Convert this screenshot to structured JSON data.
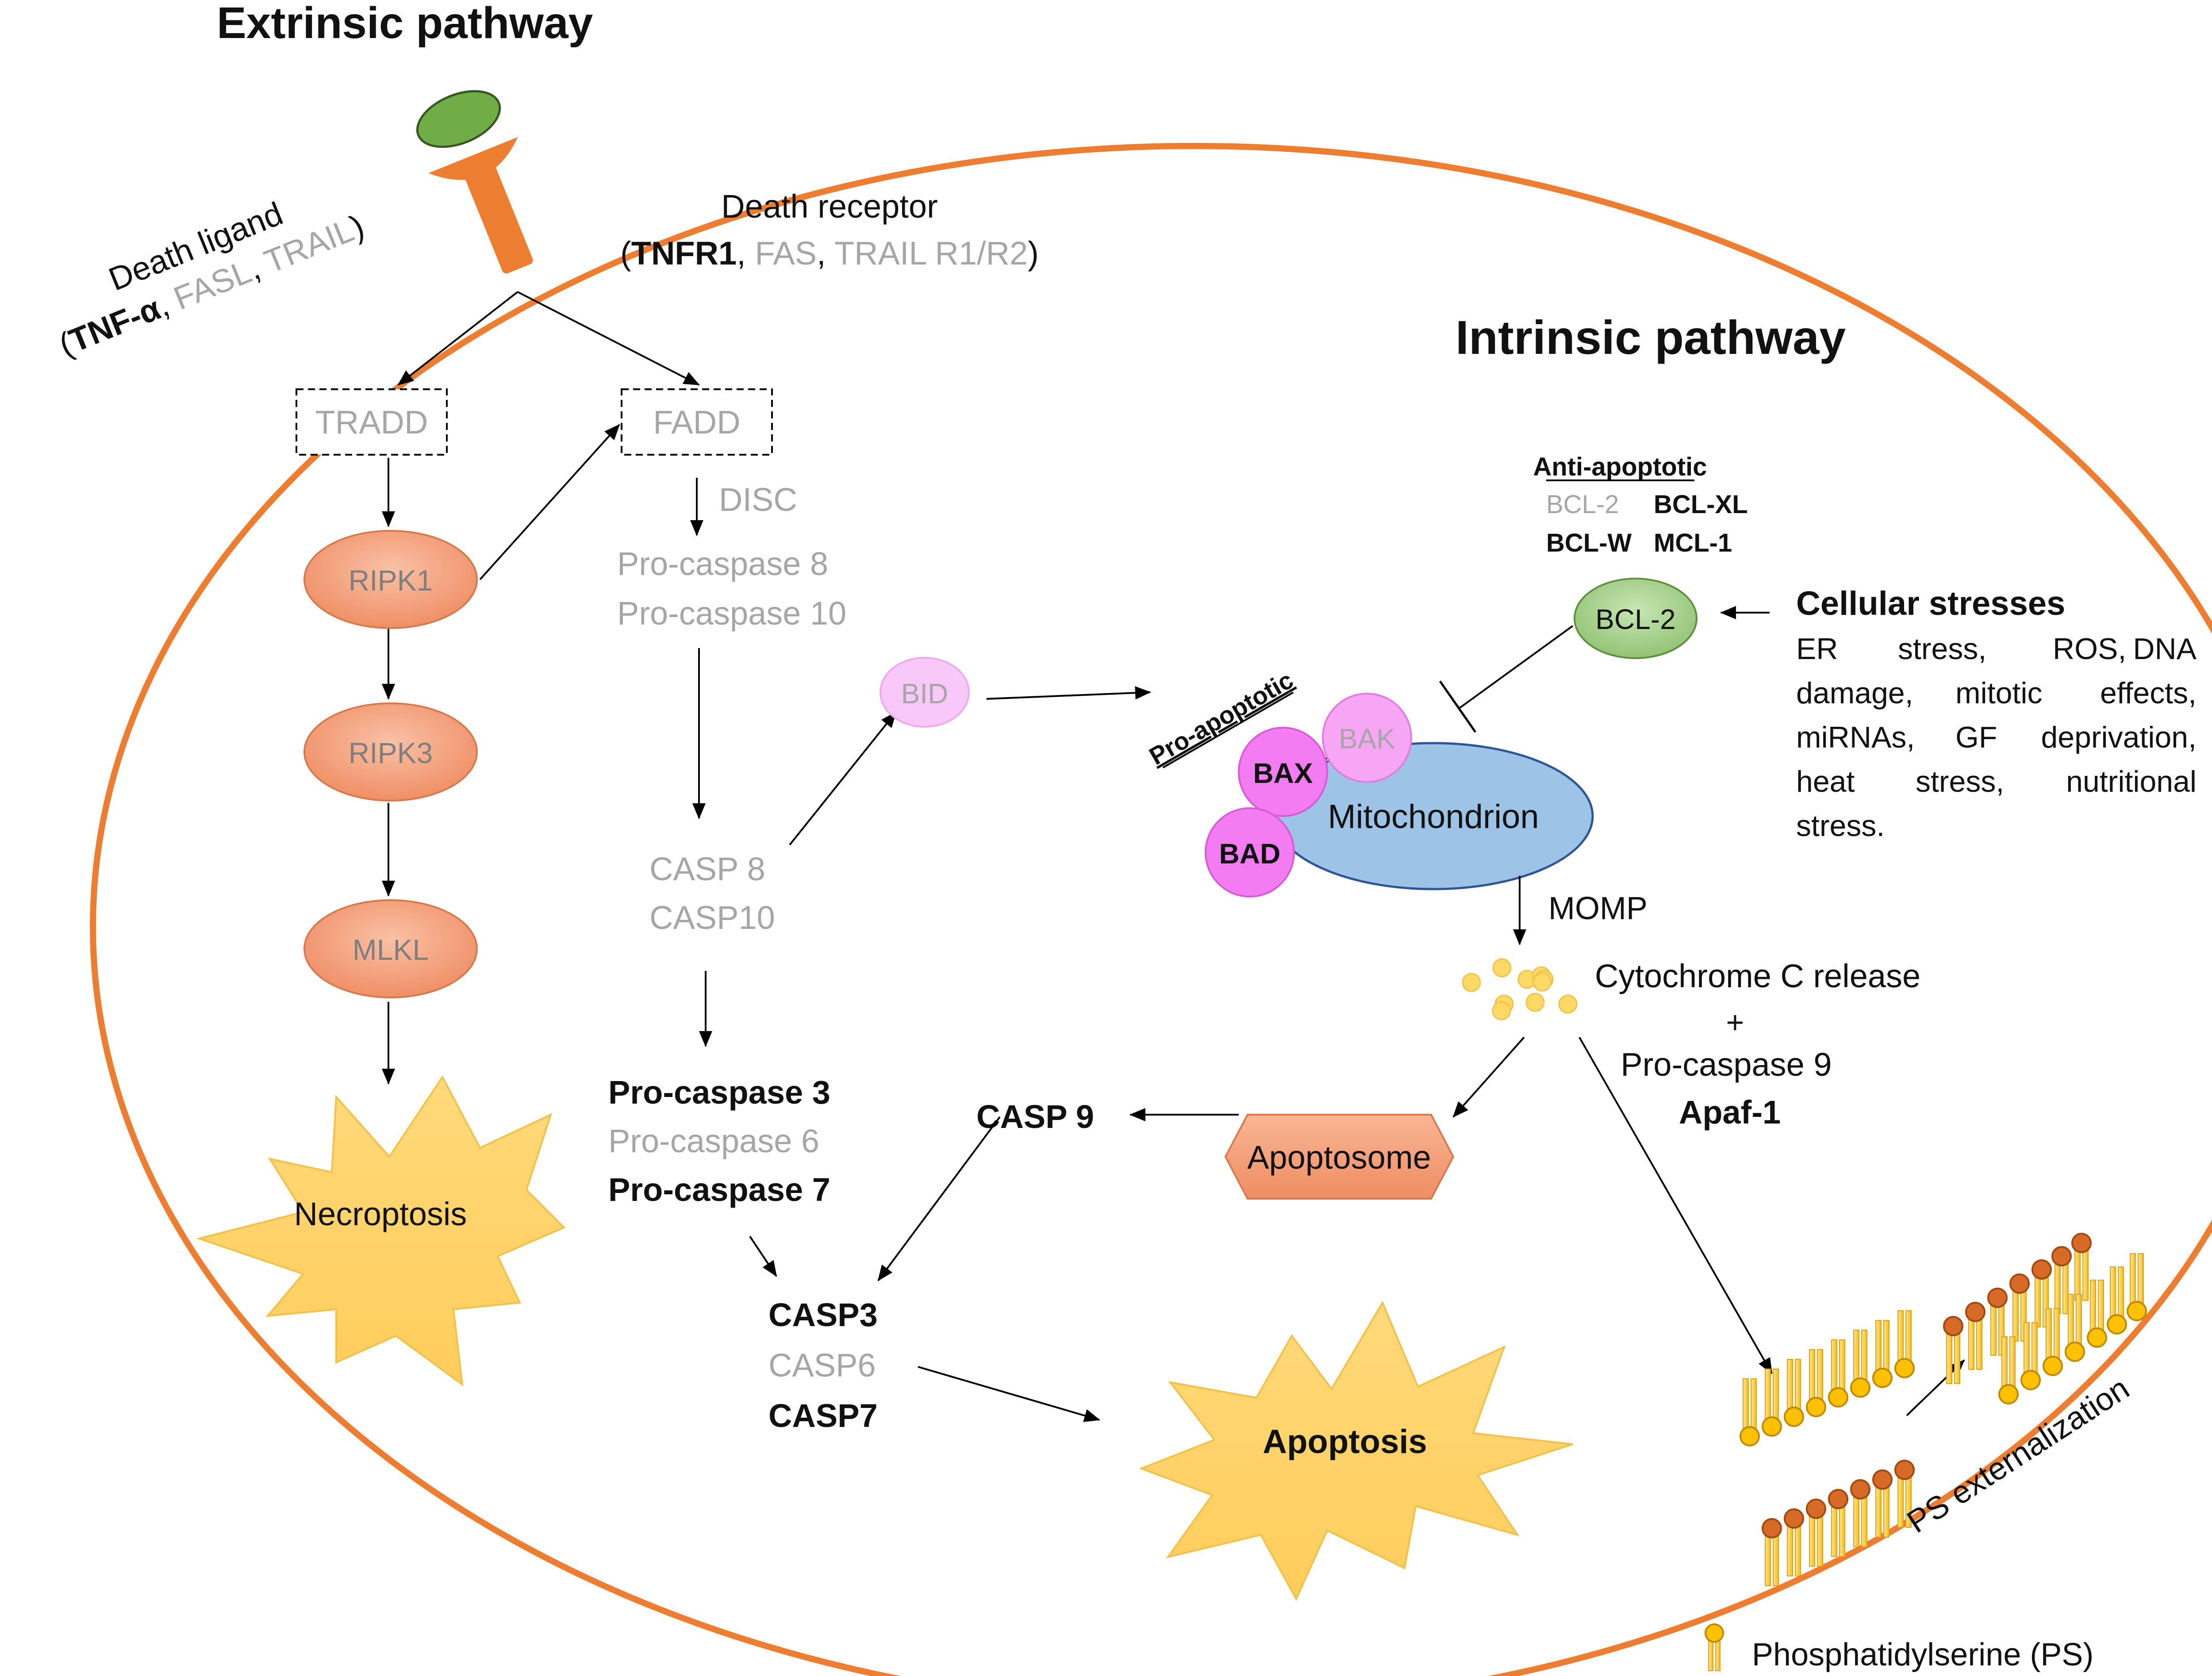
{
  "title_extrinsic": "Extrinsic pathway",
  "title_intrinsic": "Intrinsic pathway",
  "death_ligand": {
    "label": "Death ligand",
    "open": "(",
    "tnf": "TNF-α",
    "sep1": ", ",
    "fasl": "FASL",
    "sep2": ", ",
    "trail": "TRAIL",
    "close": ")"
  },
  "death_receptor": {
    "label": "Death receptor",
    "open": "(",
    "tnfr1": "TNFR1",
    "sep1": ", ",
    "fas": "FAS",
    "sep2": ", ",
    "trail": "TRAIL R1/R2",
    "close": ")"
  },
  "adaptors": {
    "tradd": "TRADD",
    "fadd": "FADD",
    "disc": "DISC"
  },
  "necroptosis_branch": {
    "ripk1": "RIPK1",
    "ripk3": "RIPK3",
    "mlkl": "MLKL",
    "outcome": "Necroptosis"
  },
  "initiators": {
    "procasp8": "Pro-caspase 8",
    "procasp10": "Pro-caspase 10",
    "casp8": "CASP 8",
    "casp10": "CASP10",
    "bid": "BID"
  },
  "executioners": {
    "procasp3": "Pro-caspase 3",
    "procasp6": "Pro-caspase 6",
    "procasp7": "Pro-caspase 7",
    "casp3": "CASP3",
    "casp6": "CASP6",
    "casp7": "CASP7",
    "outcome": "Apoptosis"
  },
  "mito": {
    "pro_apoptotic": "Pro-apoptotic",
    "bax": "BAX",
    "bak": "BAK",
    "bad": "BAD",
    "mitochondrion": "Mitochondrion",
    "momp": "MOMP"
  },
  "anti_apoptotic": {
    "title": "Anti-apoptotic",
    "bcl2": "BCL-2",
    "bclxl": "BCL-XL",
    "bclw": "BCL-W",
    "mcl1": "MCL-1",
    "node": "BCL-2"
  },
  "stress": {
    "title": "Cellular stresses",
    "lines": [
      [
        "ER",
        "stress,",
        "ROS,",
        "DNA"
      ],
      [
        "damage,",
        "mitotic",
        "effects,"
      ],
      [
        "miRNAs,",
        "GF",
        "deprivation,"
      ],
      [
        "heat",
        "stress,",
        "nutritional"
      ]
    ],
    "last": "stress."
  },
  "release": {
    "cytc": "Cytochrome C release",
    "plus": "+",
    "procasp9": "Pro-caspase 9",
    "apaf1": "Apaf-1",
    "apoptosome": "Apoptosome",
    "casp9": "CASP 9"
  },
  "ps": {
    "externalization": "PS externalization",
    "legend": "Phosphatidylserine (PS)"
  },
  "colors": {
    "cell_membrane": "#ed7d31",
    "node_orange": "#f4a07e",
    "node_green": "#a9d18e",
    "mitochondrion": "#9dc3e6",
    "bcl_pink": "#f47cf2",
    "bid_pink": "#f8c8f8",
    "burst": "#ffd46e",
    "gray_text": "#a6a6a6",
    "lipid_head_yellow": "#ffc000",
    "lipid_head_orange": "#d86a28"
  }
}
